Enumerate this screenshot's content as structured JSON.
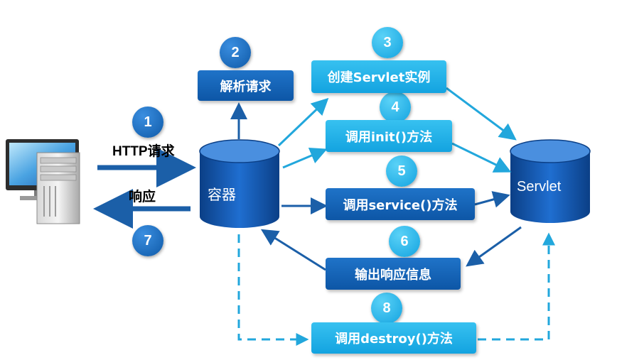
{
  "client": {
    "request_label": "HTTP请求",
    "response_label": "响应"
  },
  "container": {
    "label": "容器"
  },
  "servlet": {
    "label": "Servlet"
  },
  "steps": [
    {
      "number": "1"
    },
    {
      "number": "2",
      "label": "解析请求"
    },
    {
      "number": "3",
      "label": "创建Servlet实例"
    },
    {
      "number": "4",
      "label": "调用init()方法"
    },
    {
      "number": "5",
      "label": "调用service()方法"
    },
    {
      "number": "6",
      "label": "输出响应信息"
    },
    {
      "number": "7"
    },
    {
      "number": "8",
      "label": "调用destroy()方法"
    }
  ],
  "colors": {
    "dark_blue": "#1766b8",
    "light_blue": "#1aa6e0",
    "arrow_dark": "#1b5fa8",
    "arrow_light": "#22a7dc"
  }
}
